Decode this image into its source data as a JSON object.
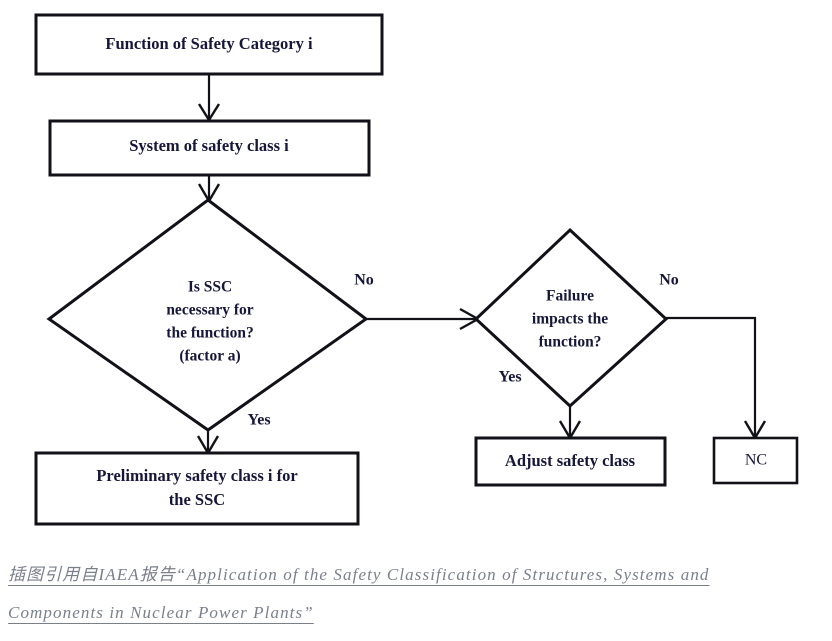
{
  "diagram": {
    "title_text": "Safety classification decision flowchart",
    "line_color": "#111118",
    "text_color": "#16163a",
    "background": "#ffffff",
    "nodes": [
      {
        "id": "function-of-safety-category",
        "type": "process",
        "lines": [
          "Function of Safety Category i"
        ],
        "bold": true
      },
      {
        "id": "system-of-safety-class",
        "type": "process",
        "lines": [
          "System of safety class i"
        ],
        "bold": true
      },
      {
        "id": "is-ssc-necessary",
        "type": "decision",
        "lines": [
          "Is SSC",
          "necessary for",
          "the function?",
          "(factor a)"
        ],
        "bold": true
      },
      {
        "id": "failure-impacts-function",
        "type": "decision",
        "lines": [
          "Failure",
          "impacts the",
          "function?"
        ],
        "bold": true
      },
      {
        "id": "preliminary-safety-class",
        "type": "process",
        "lines": [
          "Preliminary safety class i for",
          "the SSC"
        ],
        "bold": true
      },
      {
        "id": "adjust-safety-class",
        "type": "process",
        "lines": [
          "Adjust safety class"
        ],
        "bold": true
      },
      {
        "id": "not-classified",
        "type": "process",
        "lines": [
          "NC"
        ],
        "bold": false
      }
    ],
    "edge_labels": {
      "no_first": "No",
      "yes_first": "Yes",
      "no_second": "No",
      "yes_second": "Yes"
    }
  },
  "caption": {
    "color": "#7a7f8c",
    "line1": "插图引用自IAEA报告“Application of the Safety Classification of Structures, Systems and",
    "line2": "Components in Nuclear Power Plants”"
  }
}
